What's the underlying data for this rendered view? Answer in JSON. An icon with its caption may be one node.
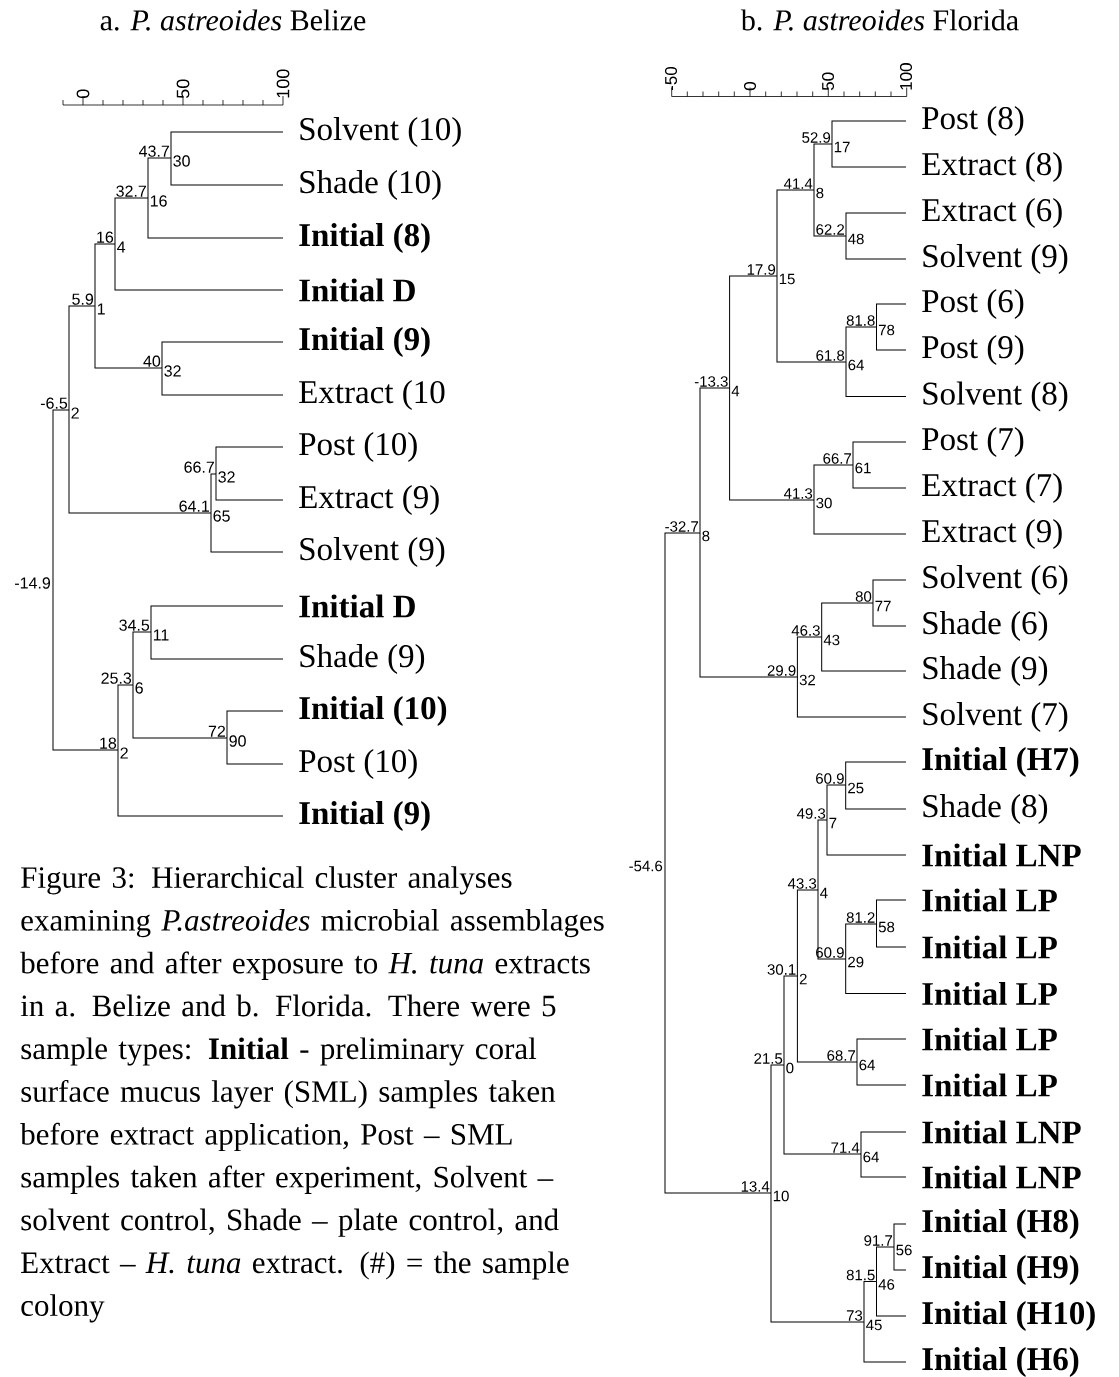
{
  "diagram": {
    "caption": "Figure 3: Hierarchical cluster analyses examining *P.astreoides* microbial assemblages before and after exposure to *H. tuna* extracts in a. Belize and b. Florida.  There were 5 sample types: **Initial** - preliminary coral surface mucus layer (SML) samples taken before extract application, Post – SML samples taken after experiment, Solvent – solvent control, Shade – plate control, and Extract – *H. tuna* extract. (#) = the sample colony",
    "labels": [
      "a. *P. astreoides* Belize",
      "b. *P. astreoides* Florida",
      "0",
      "50",
      "100",
      "-50",
      "0",
      "50",
      "100"
    ],
    "nodes": [
      {
        "text": [
          "Solvent (10)"
        ]
      },
      {
        "text": [
          "Shade (10)"
        ]
      },
      {
        "text": [
          "Initial (8)"
        ]
      },
      {
        "text": [
          "Initial D"
        ]
      },
      {
        "text": [
          "Initial (9)"
        ]
      },
      {
        "text": [
          "Extract (10"
        ]
      },
      {
        "text": [
          "Post (10)"
        ]
      },
      {
        "text": [
          "Extract (9)"
        ]
      },
      {
        "text": [
          "Solvent (9)"
        ]
      },
      {
        "text": [
          "Initial D"
        ]
      },
      {
        "text": [
          "Shade (9)"
        ]
      },
      {
        "text": [
          "Initial (10)"
        ]
      },
      {
        "text": [
          "Post (10)"
        ]
      },
      {
        "text": [
          "Initial (9)"
        ]
      },
      {
        "text": [
          "43.7",
          "30"
        ]
      },
      {
        "text": [
          "32.7",
          "16"
        ]
      },
      {
        "text": [
          "16",
          "4"
        ]
      },
      {
        "text": [
          "40",
          "32"
        ]
      },
      {
        "text": [
          "5.9",
          "1"
        ]
      },
      {
        "text": [
          "66.7",
          "32"
        ]
      },
      {
        "text": [
          "64.1",
          "65"
        ]
      },
      {
        "text": [
          "-6.5",
          "2"
        ]
      },
      {
        "text": [
          "34.5",
          "11"
        ]
      },
      {
        "text": [
          "72",
          "90"
        ]
      },
      {
        "text": [
          "25.3",
          "6"
        ]
      },
      {
        "text": [
          "18",
          "2"
        ]
      },
      {
        "text": [
          "-14.9"
        ]
      },
      {
        "text": [
          "Post (8)"
        ]
      },
      {
        "text": [
          "Extract (8)"
        ]
      },
      {
        "text": [
          "Extract (6)"
        ]
      },
      {
        "text": [
          "Solvent (9)"
        ]
      },
      {
        "text": [
          "Post (6)"
        ]
      },
      {
        "text": [
          "Post (9)"
        ]
      },
      {
        "text": [
          "Solvent (8)"
        ]
      },
      {
        "text": [
          "Post (7)"
        ]
      },
      {
        "text": [
          "Extract (7)"
        ]
      },
      {
        "text": [
          "Extract (9)"
        ]
      },
      {
        "text": [
          "Solvent (6)"
        ]
      },
      {
        "text": [
          "Shade (6)"
        ]
      },
      {
        "text": [
          "Shade (9)"
        ]
      },
      {
        "text": [
          "Solvent (7)"
        ]
      },
      {
        "text": [
          "Initial (H7)"
        ]
      },
      {
        "text": [
          "Shade (8)"
        ]
      },
      {
        "text": [
          "Initial LNP"
        ]
      },
      {
        "text": [
          "Initial LP"
        ]
      },
      {
        "text": [
          "Initial LP"
        ]
      },
      {
        "text": [
          "Initial LP"
        ]
      },
      {
        "text": [
          "Initial LP"
        ]
      },
      {
        "text": [
          "Initial LP"
        ]
      },
      {
        "text": [
          "Initial LNP"
        ]
      },
      {
        "text": [
          "Initial LNP"
        ]
      },
      {
        "text": [
          "Initial (H8)"
        ]
      },
      {
        "text": [
          "Initial (H9)"
        ]
      },
      {
        "text": [
          "Initial (H10)"
        ]
      },
      {
        "text": [
          "Initial (H6)"
        ]
      },
      {
        "text": [
          "52.9",
          "17"
        ]
      },
      {
        "text": [
          "62.2",
          "48"
        ]
      },
      {
        "text": [
          "41.4",
          "8"
        ]
      },
      {
        "text": [
          "81.8",
          "78"
        ]
      },
      {
        "text": [
          "61.8",
          "64"
        ]
      },
      {
        "text": [
          "17.9",
          "15"
        ]
      },
      {
        "text": [
          "66.7",
          "61"
        ]
      },
      {
        "text": [
          "41.3",
          "30"
        ]
      },
      {
        "text": [
          "-13.3",
          "4"
        ]
      },
      {
        "text": [
          "80",
          "77"
        ]
      },
      {
        "text": [
          "46.3",
          "43"
        ]
      },
      {
        "text": [
          "29.9",
          "32"
        ]
      },
      {
        "text": [
          "-32.7",
          "8"
        ]
      },
      {
        "text": [
          "60.9",
          "25"
        ]
      },
      {
        "text": [
          "49.3",
          "7"
        ]
      },
      {
        "text": [
          "81.2",
          "58"
        ]
      },
      {
        "text": [
          "60.9",
          "29"
        ]
      },
      {
        "text": [
          "43.3",
          "4"
        ]
      },
      {
        "text": [
          "68.7",
          "64"
        ]
      },
      {
        "text": [
          "30.1",
          "2"
        ]
      },
      {
        "text": [
          "71.4",
          "64"
        ]
      },
      {
        "text": [
          "21.5",
          "0"
        ]
      },
      {
        "text": [
          "91.7",
          "56"
        ]
      },
      {
        "text": [
          "81.5",
          "46"
        ]
      },
      {
        "text": [
          "73",
          "45"
        ]
      },
      {
        "text": [
          "13.4",
          "10"
        ]
      },
      {
        "text": [
          "-54.6"
        ]
      }
    ],
    "edges": [
      {
        "from": 14,
        "to": 0,
        "arrow": "none"
      },
      {
        "from": 14,
        "to": 1,
        "arrow": "none"
      },
      {
        "from": 15,
        "to": 14,
        "arrow": "none"
      },
      {
        "from": 15,
        "to": 2,
        "arrow": "none"
      },
      {
        "from": 16,
        "to": 15,
        "arrow": "none"
      },
      {
        "from": 16,
        "to": 3,
        "arrow": "none"
      },
      {
        "from": 17,
        "to": 4,
        "arrow": "none"
      },
      {
        "from": 17,
        "to": 5,
        "arrow": "none"
      },
      {
        "from": 18,
        "to": 16,
        "arrow": "none"
      },
      {
        "from": 18,
        "to": 17,
        "arrow": "none"
      },
      {
        "from": 19,
        "to": 6,
        "arrow": "none"
      },
      {
        "from": 19,
        "to": 7,
        "arrow": "none"
      },
      {
        "from": 20,
        "to": 19,
        "arrow": "none"
      },
      {
        "from": 20,
        "to": 8,
        "arrow": "none"
      },
      {
        "from": 21,
        "to": 18,
        "arrow": "none"
      },
      {
        "from": 21,
        "to": 20,
        "arrow": "none"
      },
      {
        "from": 22,
        "to": 9,
        "arrow": "none"
      },
      {
        "from": 22,
        "to": 10,
        "arrow": "none"
      },
      {
        "from": 23,
        "to": 11,
        "arrow": "none"
      },
      {
        "from": 23,
        "to": 12,
        "arrow": "none"
      },
      {
        "from": 24,
        "to": 22,
        "arrow": "none"
      },
      {
        "from": 24,
        "to": 23,
        "arrow": "none"
      },
      {
        "from": 25,
        "to": 24,
        "arrow": "none"
      },
      {
        "from": 25,
        "to": 13,
        "arrow": "none"
      },
      {
        "from": 26,
        "to": 21,
        "arrow": "none"
      },
      {
        "from": 26,
        "to": 25,
        "arrow": "none"
      },
      {
        "from": 55,
        "to": 27,
        "arrow": "none"
      },
      {
        "from": 55,
        "to": 28,
        "arrow": "none"
      },
      {
        "from": 56,
        "to": 29,
        "arrow": "none"
      },
      {
        "from": 56,
        "to": 30,
        "arrow": "none"
      },
      {
        "from": 57,
        "to": 55,
        "arrow": "none"
      },
      {
        "from": 57,
        "to": 56,
        "arrow": "none"
      },
      {
        "from": 58,
        "to": 31,
        "arrow": "none"
      },
      {
        "from": 58,
        "to": 32,
        "arrow": "none"
      },
      {
        "from": 59,
        "to": 58,
        "arrow": "none"
      },
      {
        "from": 59,
        "to": 33,
        "arrow": "none"
      },
      {
        "from": 60,
        "to": 57,
        "arrow": "none"
      },
      {
        "from": 60,
        "to": 59,
        "arrow": "none"
      },
      {
        "from": 61,
        "to": 34,
        "arrow": "none"
      },
      {
        "from": 61,
        "to": 35,
        "arrow": "none"
      },
      {
        "from": 62,
        "to": 61,
        "arrow": "none"
      },
      {
        "from": 62,
        "to": 36,
        "arrow": "none"
      },
      {
        "from": 63,
        "to": 60,
        "arrow": "none"
      },
      {
        "from": 63,
        "to": 62,
        "arrow": "none"
      },
      {
        "from": 64,
        "to": 37,
        "arrow": "none"
      },
      {
        "from": 64,
        "to": 38,
        "arrow": "none"
      },
      {
        "from": 65,
        "to": 64,
        "arrow": "none"
      },
      {
        "from": 65,
        "to": 39,
        "arrow": "none"
      },
      {
        "from": 66,
        "to": 65,
        "arrow": "none"
      },
      {
        "from": 66,
        "to": 40,
        "arrow": "none"
      },
      {
        "from": 67,
        "to": 63,
        "arrow": "none"
      },
      {
        "from": 67,
        "to": 66,
        "arrow": "none"
      },
      {
        "from": 68,
        "to": 41,
        "arrow": "none"
      },
      {
        "from": 68,
        "to": 42,
        "arrow": "none"
      },
      {
        "from": 69,
        "to": 68,
        "arrow": "none"
      },
      {
        "from": 69,
        "to": 43,
        "arrow": "none"
      },
      {
        "from": 70,
        "to": 44,
        "arrow": "none"
      },
      {
        "from": 70,
        "to": 45,
        "arrow": "none"
      },
      {
        "from": 71,
        "to": 70,
        "arrow": "none"
      },
      {
        "from": 71,
        "to": 46,
        "arrow": "none"
      },
      {
        "from": 72,
        "to": 69,
        "arrow": "none"
      },
      {
        "from": 72,
        "to": 71,
        "arrow": "none"
      },
      {
        "from": 73,
        "to": 47,
        "arrow": "none"
      },
      {
        "from": 73,
        "to": 48,
        "arrow": "none"
      },
      {
        "from": 74,
        "to": 72,
        "arrow": "none"
      },
      {
        "from": 74,
        "to": 73,
        "arrow": "none"
      },
      {
        "from": 75,
        "to": 49,
        "arrow": "none"
      },
      {
        "from": 75,
        "to": 50,
        "arrow": "none"
      },
      {
        "from": 76,
        "to": 74,
        "arrow": "none"
      },
      {
        "from": 76,
        "to": 75,
        "arrow": "none"
      },
      {
        "from": 77,
        "to": 51,
        "arrow": "none"
      },
      {
        "from": 77,
        "to": 52,
        "arrow": "none"
      },
      {
        "from": 78,
        "to": 77,
        "arrow": "none"
      },
      {
        "from": 78,
        "to": 53,
        "arrow": "none"
      },
      {
        "from": 79,
        "to": 78,
        "arrow": "none"
      },
      {
        "from": 79,
        "to": 54,
        "arrow": "none"
      },
      {
        "from": 80,
        "to": 76,
        "arrow": "none"
      },
      {
        "from": 80,
        "to": 79,
        "arrow": "none"
      },
      {
        "from": 81,
        "to": 67,
        "arrow": "none"
      },
      {
        "from": 81,
        "to": 80,
        "arrow": "none"
      }
    ]
  }
}
